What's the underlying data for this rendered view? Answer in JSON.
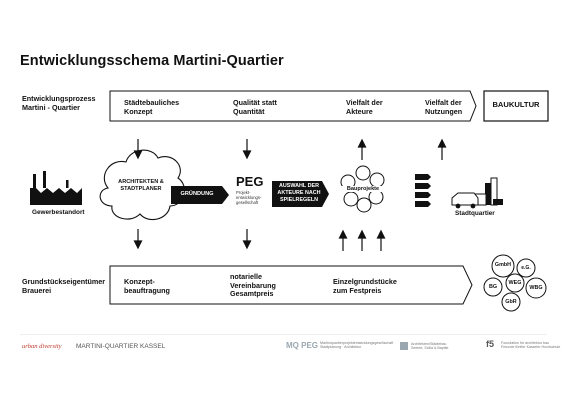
{
  "title": "Entwicklungsschema Martini-Quartier",
  "top_row": {
    "label_line1": "Entwicklungsprozess",
    "label_line2": "Martini - Quartier",
    "arrow_items": [
      {
        "line1": "Städtebauliches",
        "line2": "Konzept"
      },
      {
        "line1": "Qualität statt",
        "line2": "Quantität"
      },
      {
        "line1": "Vielfalt der",
        "line2": "Akteure"
      },
      {
        "line1": "Vielfalt der",
        "line2": "Nutzungen"
      }
    ],
    "end_box": "BAUKULTUR"
  },
  "middle_row": {
    "site_label": "Gewerbestandort",
    "cloud_line1": "ARCHITEKTEN &",
    "cloud_line2": "STADTPLANER",
    "gruendung": "GRÜNDUNG",
    "peg_title": "PEG",
    "peg_sub1": "Projekt-",
    "peg_sub2": "entwicklungs-",
    "peg_sub3": "gesellschaft",
    "auswahl_line1": "AUSWAHL DER",
    "auswahl_line2": "AKTEURE NACH",
    "auswahl_line3": "SPIELREGELN",
    "bauprojekte": "Bauprojekte",
    "stadtquartier": "Stadtquartier"
  },
  "bottom_row": {
    "label_line1": "Grundstückseigentümer",
    "label_line2": "Brauerei",
    "items": [
      {
        "lines": [
          "Konzept-",
          "beauftragung"
        ]
      },
      {
        "lines": [
          "notarielle",
          "Vereinbarung",
          "Gesamtpreis"
        ]
      },
      {
        "lines": [
          "Einzelgrundstücke",
          "zum Festpreis"
        ]
      }
    ],
    "legal_forms": [
      "GmbH",
      "e.G.",
      "BG",
      "WEG",
      "WBG",
      "GbR"
    ]
  },
  "footer": {
    "urban_diversity": "urban diversity",
    "martini_quartier": "MARTINI-QUARTIER KASSEL",
    "mq_peg": "MQ PEG",
    "mq_peg_sub1": "Martiniquartierprojektentwicklungsgesellschaft",
    "mq_peg_sub2": "Stadtplanung · Architektur",
    "arch_line1": "Architekten/Städtebau",
    "arch_line2": "Seelert, Scilla & Baptist",
    "f5": "f5",
    "f5_sub1": "Foundation für architektur bau",
    "f5_sub2": "Freunde fünfter Kasseler Hochschule",
    "colors": {
      "urban_diversity": "#c0392b",
      "mq_peg": "#9aa7b0",
      "ink": "#111111"
    }
  }
}
